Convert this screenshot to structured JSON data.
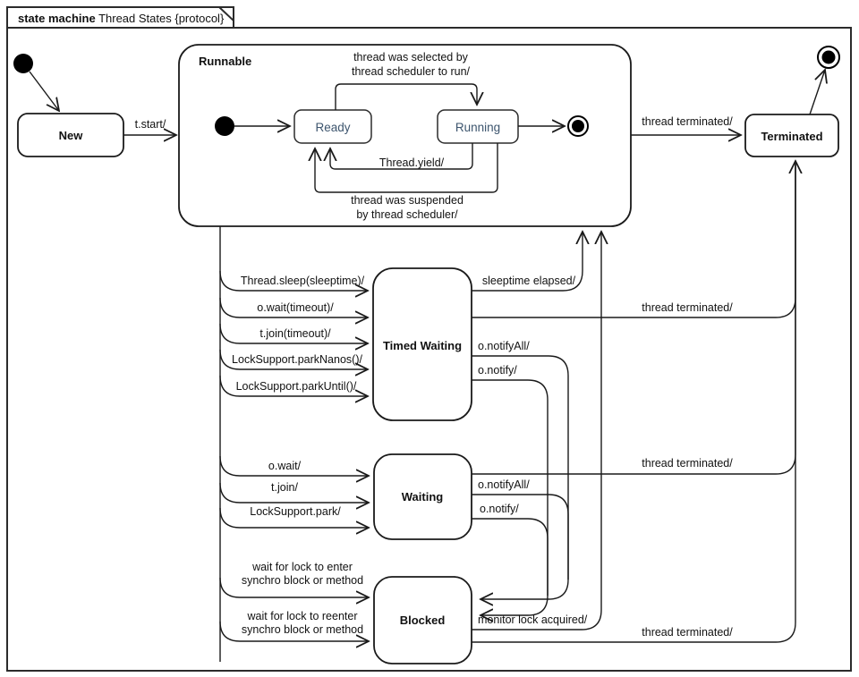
{
  "frame": {
    "keyword": "state machine",
    "name": " Thread States {protocol}"
  },
  "colors": {
    "line": "#1a1a1a",
    "inner_state_text": "#3d556e",
    "background": "#ffffff"
  },
  "states": {
    "new": "New",
    "runnable": "Runnable",
    "ready": "Ready",
    "running": "Running",
    "terminated": "Terminated",
    "timed_waiting": "Timed Waiting",
    "waiting": "Waiting",
    "blocked": "Blocked"
  },
  "transitions": {
    "start": "t.start/",
    "selected_by_scheduler_1": "thread was selected by",
    "selected_by_scheduler_2": "thread scheduler to run/",
    "yield": "Thread.yield/",
    "suspended_1": "thread was suspended",
    "suspended_2": "by thread scheduler/",
    "terminated_from_runnable": "thread terminated/",
    "terminated_from_timed_waiting": "thread terminated/",
    "terminated_from_waiting": "thread terminated/",
    "terminated_from_blocked": "thread terminated/",
    "thread_sleep": "Thread.sleep(sleeptime)/",
    "o_wait_timeout": "o.wait(timeout)/",
    "t_join_timeout": "t.join(timeout)/",
    "park_nanos": "LockSupport.parkNanos()/",
    "park_until": "LockSupport.parkUntil()/",
    "sleeptime_elapsed": "sleeptime elapsed/",
    "tw_notify_all": "o.notifyAll/",
    "tw_notify": "o.notify/",
    "o_wait": "o.wait/",
    "t_join": "t.join/",
    "park": "LockSupport.park/",
    "w_notify_all": "o.notifyAll/",
    "w_notify": "o.notify/",
    "wait_lock_enter_1": "wait for lock to enter",
    "wait_lock_enter_2": "synchro block or method",
    "wait_lock_reenter_1": "wait for lock to reenter",
    "wait_lock_reenter_2": "synchro block or method",
    "monitor_lock_acquired": "monitor lock acquired/"
  },
  "nodes": {
    "initial": "initial-node",
    "runnable_initial": "runnable-initial-node",
    "runnable_final": "runnable-final-node",
    "final": "final-node"
  }
}
